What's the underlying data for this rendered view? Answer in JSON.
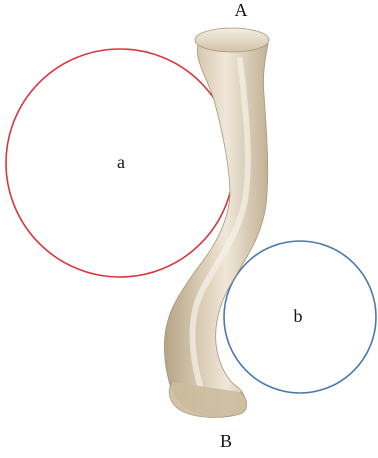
{
  "labels": {
    "top_end": "A",
    "bottom_end": "B",
    "circle_a": "a",
    "circle_b": "b"
  },
  "colors": {
    "circle_a_stroke": "#d9363e",
    "circle_b_stroke": "#4a78b0",
    "bone_fill": "#d8cab2",
    "bone_shadow": "#b9a88c",
    "bone_highlight": "#f3ede2"
  }
}
